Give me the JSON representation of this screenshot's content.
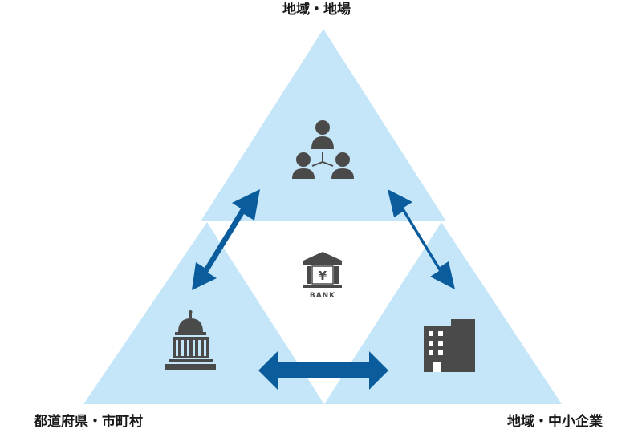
{
  "nodes": {
    "top": {
      "label": "地域・地場",
      "icon": "people-network-icon"
    },
    "left": {
      "label": "都道府県・市町村",
      "icon": "government-building-icon"
    },
    "right": {
      "label": "地域・中小企業",
      "icon": "office-building-icon"
    }
  },
  "center": {
    "icon": "bank-yen-icon",
    "text": "BANK",
    "symbol": "¥"
  },
  "colors": {
    "triangle_fill": "#c5e6f9",
    "arrow": "#0a5c9c",
    "icon": "#4a4a4a",
    "text": "#1a1a1a"
  }
}
